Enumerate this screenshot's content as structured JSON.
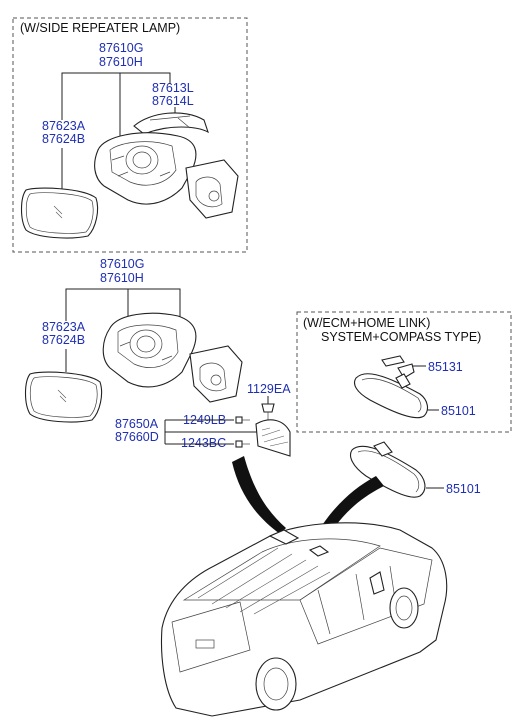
{
  "panels": {
    "side_repeater": {
      "caption": "(W/SIDE REPEATER LAMP)"
    },
    "ecm_homelink": {
      "caption_line1": "(W/ECM+HOME LINK)",
      "caption_line2": "SYSTEM+COMPASS TYPE)"
    }
  },
  "labels": {
    "top_assy_g": "87610G",
    "top_assy_h": "87610H",
    "top_cover_l": "87613L",
    "top_cover_r": "87614L",
    "top_glass_a": "87623A",
    "top_glass_b": "87624B",
    "mid_assy_g": "87610G",
    "mid_assy_h": "87610H",
    "mid_glass_a": "87623A",
    "mid_glass_b": "87624B",
    "screw_1129": "1129EA",
    "cover_a": "87650A",
    "cover_d": "87660D",
    "screw_1249": "1249LB",
    "screw_1243": "1243BC",
    "bracket_85131": "85131",
    "inside_mirror_ecm": "85101",
    "inside_mirror_std": "85101"
  },
  "colors": {
    "part_number": "#1f2fb3",
    "line": "#222222",
    "frame": "#555555"
  }
}
